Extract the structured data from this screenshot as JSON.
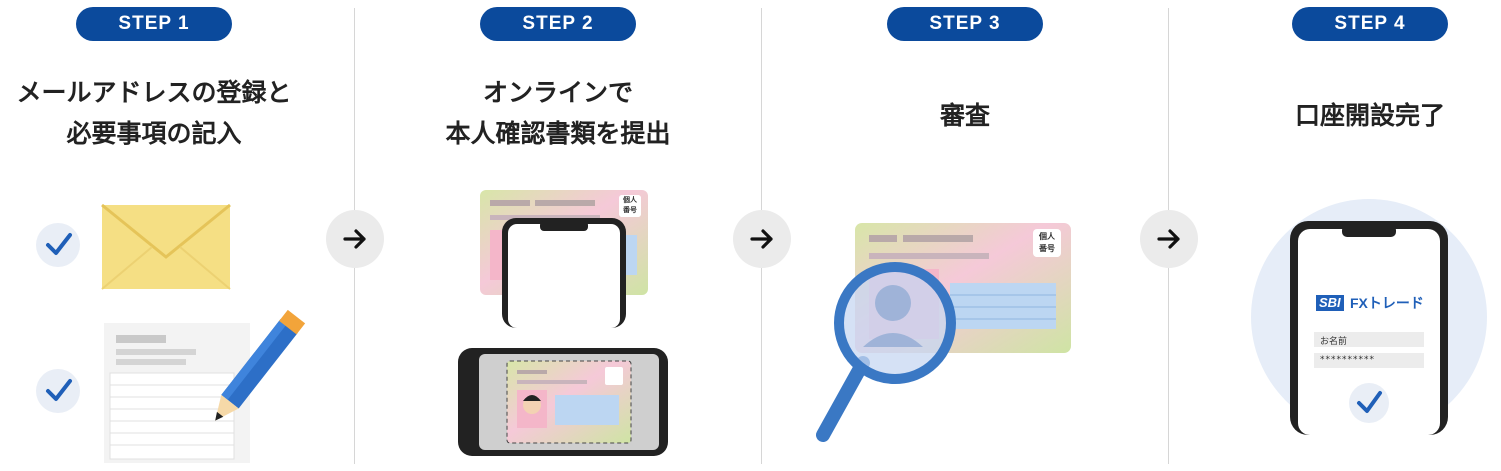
{
  "steps": [
    {
      "badge": "STEP 1",
      "title_lines": [
        "メールアドレスの登録と",
        "必要事項の記入"
      ]
    },
    {
      "badge": "STEP 2",
      "title_lines": [
        "オンラインで",
        "本人確認書類を提出"
      ]
    },
    {
      "badge": "STEP 3",
      "title_lines": [
        "審査"
      ]
    },
    {
      "badge": "STEP 4",
      "title_lines": [
        "口座開設完了"
      ]
    }
  ],
  "card_tag": "個人\n番号",
  "phone_form": {
    "logo_sbi": "SBI",
    "logo_text": "FXトレード",
    "name_field": "お名前",
    "password_field": "**********"
  },
  "colors": {
    "badge": "#0b4a9c",
    "check": "#1f5fb8",
    "envelope": "#f5df84",
    "phone_frame": "#222222",
    "magnifier": "#3a78c4"
  },
  "icons": [
    "arrow-right-icon",
    "check-icon",
    "envelope-icon",
    "pencil-icon",
    "smartphone-icon",
    "id-card-icon",
    "magnifier-icon"
  ]
}
